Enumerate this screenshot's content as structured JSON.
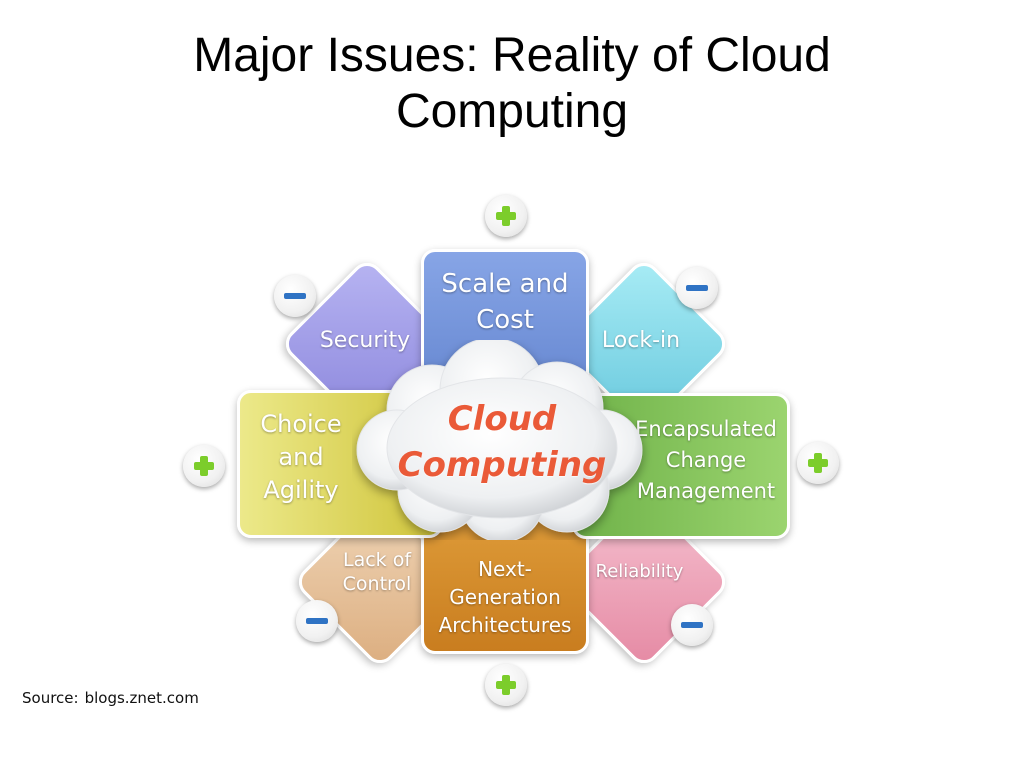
{
  "title_line1": "Major Issues: Reality of Cloud",
  "title_line2": "Computing",
  "source": {
    "label": "Source:",
    "value": "blogs.znet.com"
  },
  "center": {
    "line1": "Cloud",
    "line2": "Computing"
  },
  "tiles": {
    "scale": {
      "line1": "Scale and",
      "line2": "Cost"
    },
    "security": {
      "line1": "Security"
    },
    "lockin": {
      "line1": "Lock-in"
    },
    "choice": {
      "line1": "Choice",
      "line2": "and",
      "line3": "Agility"
    },
    "encap": {
      "line1": "Encapsulated",
      "line2": "Change",
      "line3": "Management"
    },
    "lack": {
      "line1": "Lack of",
      "line2": "Control"
    },
    "reliability": {
      "line1": "Reliability"
    },
    "nextgen": {
      "line1": "Next-",
      "line2": "Generation",
      "line3": "Architectures"
    }
  },
  "colors": {
    "scale": "#6f8fd6",
    "security": "#9a96e6",
    "lockin": "#7dd8ea",
    "choice": "#d8d24a",
    "encap": "#7fbf55",
    "lack": "#e6c29a",
    "reliability": "#eea2b8",
    "nextgen": "#d9902e",
    "center_text": "#ea5a38",
    "plus": "#7ccd2b",
    "minus": "#2f73c4"
  },
  "icons": {
    "plus": "plus-icon",
    "minus": "minus-icon"
  }
}
